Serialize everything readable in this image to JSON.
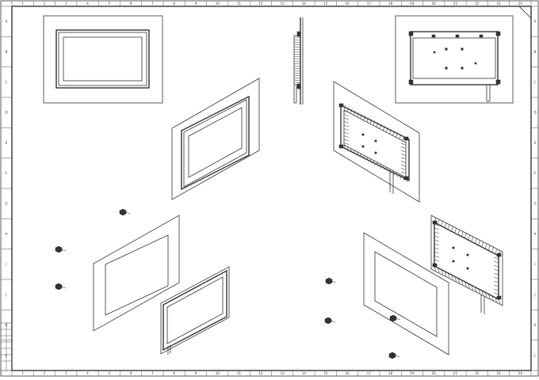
{
  "drawing": {
    "frame_numbers_top": [
      "1",
      "2",
      "3",
      "4",
      "5",
      "6",
      "7",
      "8",
      "9",
      "10",
      "11",
      "12",
      "13",
      "14",
      "15",
      "16",
      "17",
      "18",
      "19",
      "20",
      "21",
      "22",
      "23",
      "24"
    ],
    "frame_numbers_bottom": [
      "1",
      "2",
      "3",
      "4",
      "5",
      "6",
      "7",
      "8",
      "9",
      "10",
      "11",
      "12",
      "13",
      "14",
      "15",
      "16",
      "17",
      "18",
      "19",
      "20",
      "21",
      "22",
      "23",
      "24"
    ],
    "frame_letters_left": [
      "A",
      "B",
      "C",
      "D",
      "E",
      "F",
      "G",
      "H",
      "I",
      "J",
      "K",
      "L"
    ],
    "frame_letters_right": [
      "A",
      "B",
      "C",
      "D",
      "E",
      "F",
      "G",
      "H",
      "I",
      "J",
      "K",
      "L"
    ],
    "views": [
      {
        "id": "front-view"
      },
      {
        "id": "side-view"
      },
      {
        "id": "rear-view"
      },
      {
        "id": "iso-front-view"
      },
      {
        "id": "iso-rear-view"
      },
      {
        "id": "exploded-front-view"
      },
      {
        "id": "exploded-rear-view"
      }
    ]
  }
}
